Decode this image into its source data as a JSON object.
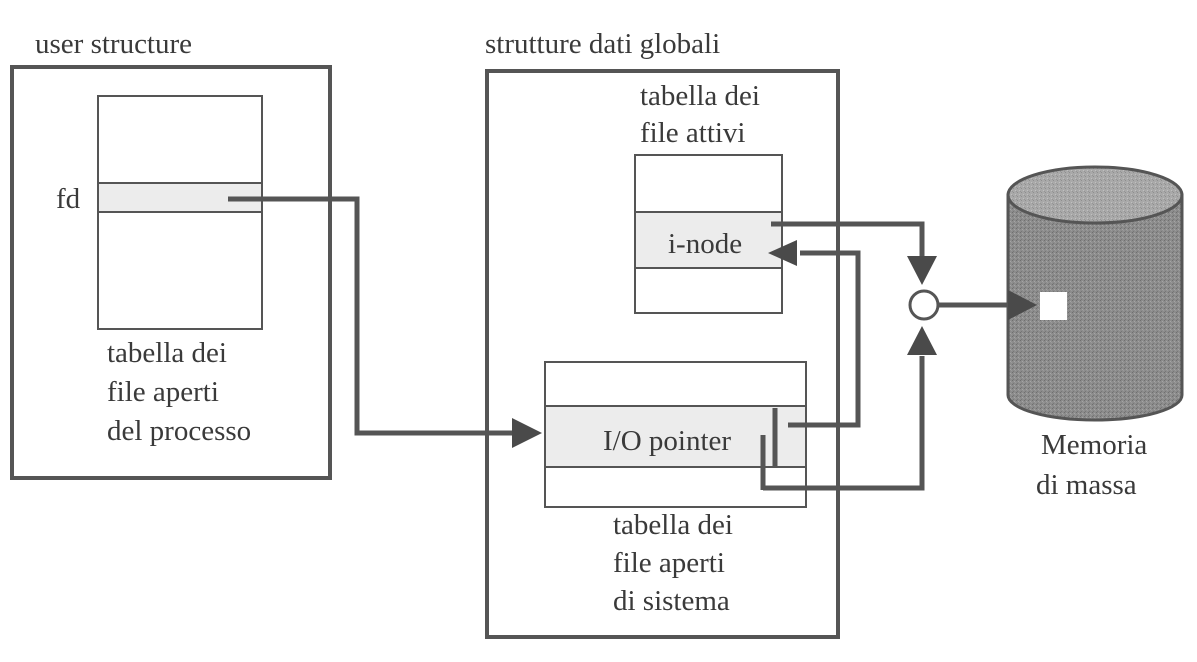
{
  "diagram": {
    "user_structure": {
      "title": "user structure",
      "table": {
        "row_label": "fd",
        "caption": [
          "tabella dei",
          "file aperti",
          "del processo"
        ]
      }
    },
    "global_structures": {
      "title": "strutture dati globali",
      "active_files_table": {
        "caption": [
          "tabella dei",
          "file attivi"
        ],
        "row_label": "i-node"
      },
      "system_open_files_table": {
        "row_label": "I/O pointer",
        "caption": [
          "tabella dei",
          "file aperti",
          "di sistema"
        ]
      }
    },
    "storage": {
      "label": [
        "Memoria",
        "di massa"
      ]
    },
    "colors": {
      "line": "#555555",
      "highlight_row": "#ececec",
      "disk": "#8a8a8a",
      "disk_top": "#a8a8a8"
    }
  }
}
